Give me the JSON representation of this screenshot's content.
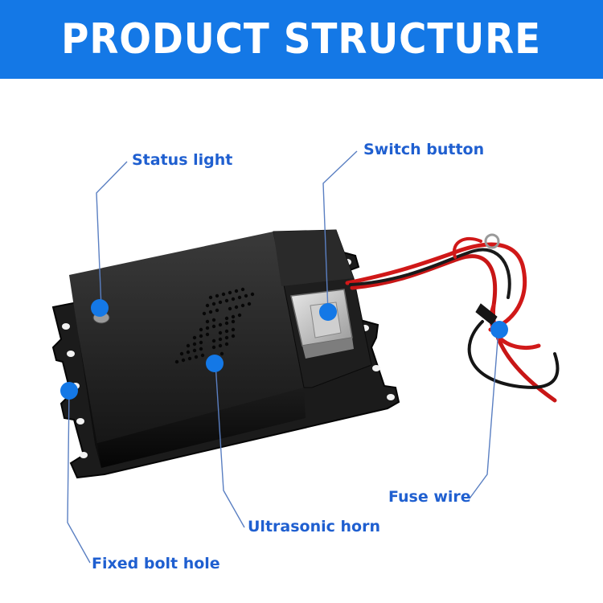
{
  "title": "PRODUCT STRUCTURE",
  "accent_color": "#1478e6",
  "label_color": "#1f5fd0",
  "product": "black ultrasonic device with switch, status light and red/black fuse wire",
  "labels": {
    "status_light": "Status light",
    "switch_button": "Switch button",
    "fuse_wire": "Fuse wire",
    "ultrasonic_horn": "Ultrasonic horn",
    "fixed_bolt_hole": "Fixed bolt hole"
  }
}
